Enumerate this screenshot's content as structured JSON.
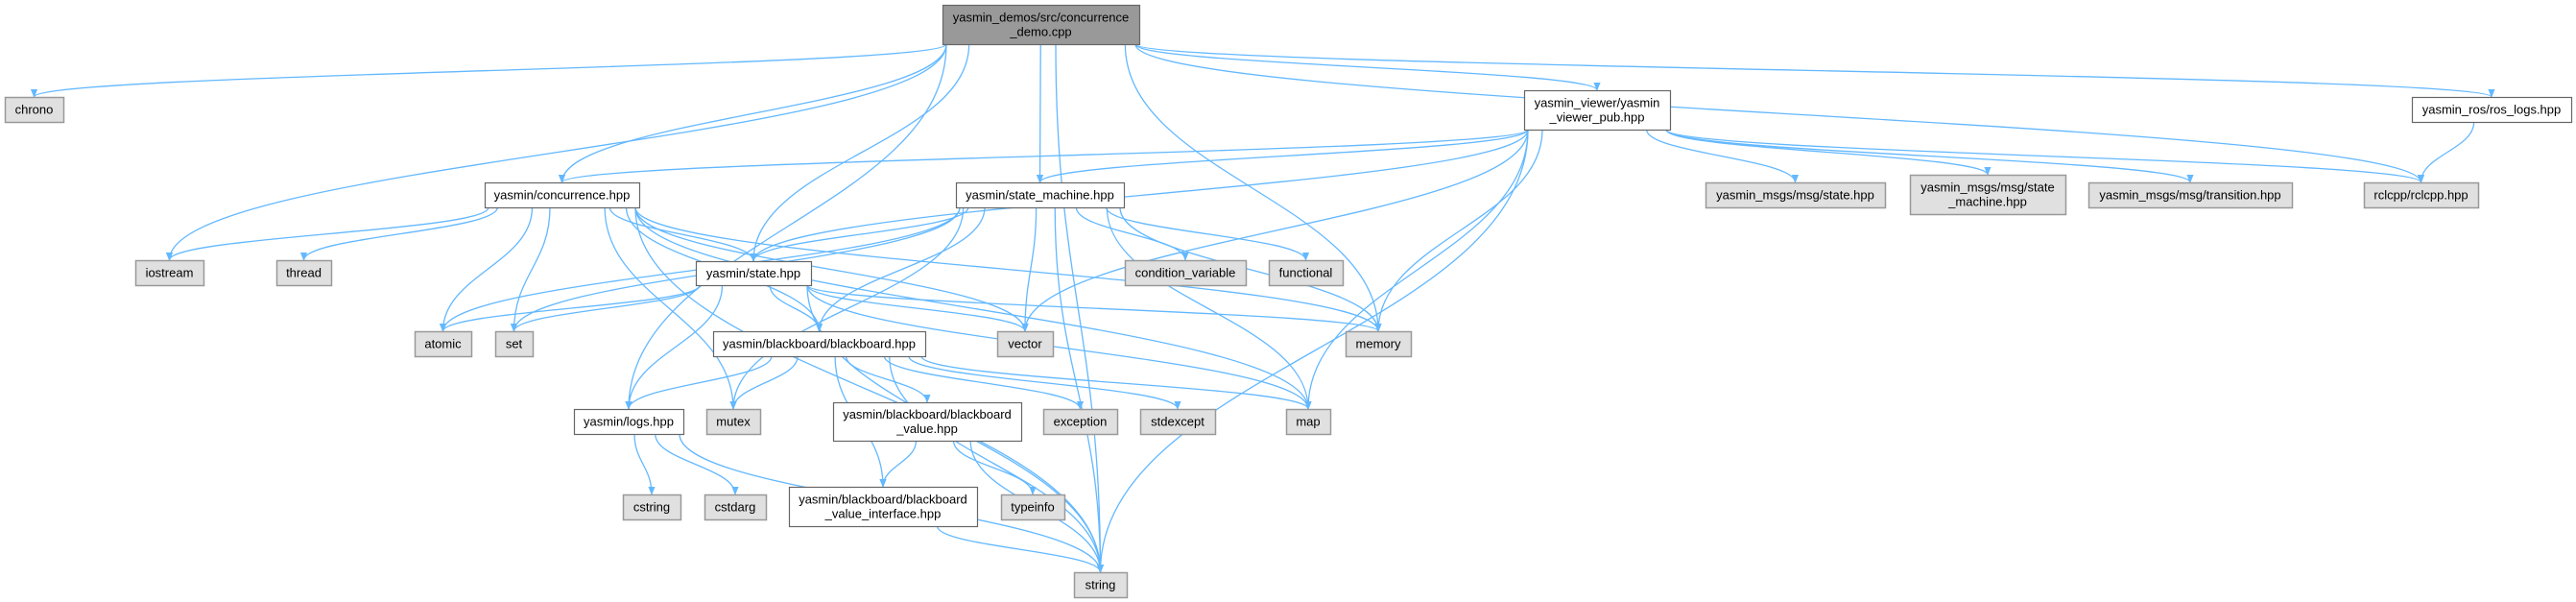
{
  "graph": {
    "title": "yasmin_demos/src/concurrence_demo.cpp include dependency graph",
    "colors": {
      "edge": "#63b8ff",
      "root_fill": "#999999",
      "internal_fill": "#ffffff",
      "external_fill": "#e0e0e0",
      "border": "#666666",
      "external_border": "#999999"
    },
    "nodes": [
      {
        "id": "main",
        "kind": "root",
        "lines": [
          "yasmin_demos/src/concurrence",
          "_demo.cpp"
        ]
      },
      {
        "id": "chrono",
        "kind": "external",
        "lines": [
          "chrono"
        ]
      },
      {
        "id": "iostream",
        "kind": "external",
        "lines": [
          "iostream"
        ]
      },
      {
        "id": "thread",
        "kind": "external",
        "lines": [
          "thread"
        ]
      },
      {
        "id": "concurrence",
        "kind": "internal",
        "lines": [
          "yasmin/concurrence.hpp"
        ]
      },
      {
        "id": "state_machine",
        "kind": "internal",
        "lines": [
          "yasmin/state_machine.hpp"
        ]
      },
      {
        "id": "state",
        "kind": "internal",
        "lines": [
          "yasmin/state.hpp"
        ]
      },
      {
        "id": "cond_var",
        "kind": "external",
        "lines": [
          "condition_variable"
        ]
      },
      {
        "id": "functional",
        "kind": "external",
        "lines": [
          "functional"
        ]
      },
      {
        "id": "atomic",
        "kind": "external",
        "lines": [
          "atomic"
        ]
      },
      {
        "id": "set",
        "kind": "external",
        "lines": [
          "set"
        ]
      },
      {
        "id": "blackboard",
        "kind": "internal",
        "lines": [
          "yasmin/blackboard/blackboard.hpp"
        ]
      },
      {
        "id": "vector",
        "kind": "external",
        "lines": [
          "vector"
        ]
      },
      {
        "id": "memory",
        "kind": "external",
        "lines": [
          "memory"
        ]
      },
      {
        "id": "logs",
        "kind": "internal",
        "lines": [
          "yasmin/logs.hpp"
        ]
      },
      {
        "id": "mutex",
        "kind": "external",
        "lines": [
          "mutex"
        ]
      },
      {
        "id": "bb_value",
        "kind": "internal",
        "lines": [
          "yasmin/blackboard/blackboard",
          "_value.hpp"
        ]
      },
      {
        "id": "exception",
        "kind": "external",
        "lines": [
          "exception"
        ]
      },
      {
        "id": "stdexcept",
        "kind": "external",
        "lines": [
          "stdexcept"
        ]
      },
      {
        "id": "map",
        "kind": "external",
        "lines": [
          "map"
        ]
      },
      {
        "id": "cstring",
        "kind": "external",
        "lines": [
          "cstring"
        ]
      },
      {
        "id": "cstdarg",
        "kind": "external",
        "lines": [
          "cstdarg"
        ]
      },
      {
        "id": "bbvi",
        "kind": "internal",
        "lines": [
          "yasmin/blackboard/blackboard",
          "_value_interface.hpp"
        ]
      },
      {
        "id": "typeinfo",
        "kind": "external",
        "lines": [
          "typeinfo"
        ]
      },
      {
        "id": "string",
        "kind": "external",
        "lines": [
          "string"
        ]
      },
      {
        "id": "viewer_pub",
        "kind": "internal",
        "lines": [
          "yasmin_viewer/yasmin",
          "_viewer_pub.hpp"
        ]
      },
      {
        "id": "ros_logs",
        "kind": "internal",
        "lines": [
          "yasmin_ros/ros_logs.hpp"
        ]
      },
      {
        "id": "msg_state",
        "kind": "external",
        "lines": [
          "yasmin_msgs/msg/state.hpp"
        ]
      },
      {
        "id": "msg_sm",
        "kind": "external",
        "lines": [
          "yasmin_msgs/msg/state",
          "_machine.hpp"
        ]
      },
      {
        "id": "msg_transition",
        "kind": "external",
        "lines": [
          "yasmin_msgs/msg/transition.hpp"
        ]
      },
      {
        "id": "rclcpp",
        "kind": "external",
        "lines": [
          "rclcpp/rclcpp.hpp"
        ]
      }
    ],
    "edges": [
      [
        "main",
        "chrono"
      ],
      [
        "main",
        "iostream"
      ],
      [
        "main",
        "logs"
      ],
      [
        "main",
        "concurrence"
      ],
      [
        "main",
        "state"
      ],
      [
        "main",
        "state_machine"
      ],
      [
        "main",
        "memory"
      ],
      [
        "main",
        "viewer_pub"
      ],
      [
        "main",
        "string"
      ],
      [
        "main",
        "rclcpp"
      ],
      [
        "main",
        "ros_logs"
      ],
      [
        "viewer_pub",
        "concurrence"
      ],
      [
        "viewer_pub",
        "state"
      ],
      [
        "viewer_pub",
        "state_machine"
      ],
      [
        "viewer_pub",
        "vector"
      ],
      [
        "viewer_pub",
        "memory"
      ],
      [
        "viewer_pub",
        "map"
      ],
      [
        "viewer_pub",
        "string"
      ],
      [
        "viewer_pub",
        "msg_state"
      ],
      [
        "viewer_pub",
        "msg_sm"
      ],
      [
        "viewer_pub",
        "msg_transition"
      ],
      [
        "viewer_pub",
        "rclcpp"
      ],
      [
        "ros_logs",
        "rclcpp"
      ],
      [
        "concurrence",
        "iostream"
      ],
      [
        "concurrence",
        "thread"
      ],
      [
        "concurrence",
        "atomic"
      ],
      [
        "concurrence",
        "set"
      ],
      [
        "concurrence",
        "string"
      ],
      [
        "concurrence",
        "mutex"
      ],
      [
        "concurrence",
        "blackboard"
      ],
      [
        "concurrence",
        "state"
      ],
      [
        "concurrence",
        "vector"
      ],
      [
        "concurrence",
        "memory"
      ],
      [
        "concurrence",
        "map"
      ],
      [
        "state_machine",
        "atomic"
      ],
      [
        "state_machine",
        "set"
      ],
      [
        "state_machine",
        "state"
      ],
      [
        "state_machine",
        "mutex"
      ],
      [
        "state_machine",
        "blackboard"
      ],
      [
        "state_machine",
        "vector"
      ],
      [
        "state_machine",
        "cond_var"
      ],
      [
        "state_machine",
        "functional"
      ],
      [
        "state_machine",
        "memory"
      ],
      [
        "state_machine",
        "map"
      ],
      [
        "state_machine",
        "string"
      ],
      [
        "state",
        "atomic"
      ],
      [
        "state",
        "set"
      ],
      [
        "state",
        "logs"
      ],
      [
        "state",
        "string"
      ],
      [
        "state",
        "blackboard"
      ],
      [
        "state",
        "vector"
      ],
      [
        "state",
        "memory"
      ],
      [
        "state",
        "map"
      ],
      [
        "blackboard",
        "logs"
      ],
      [
        "blackboard",
        "mutex"
      ],
      [
        "blackboard",
        "bbvi"
      ],
      [
        "blackboard",
        "bb_value"
      ],
      [
        "blackboard",
        "exception"
      ],
      [
        "blackboard",
        "stdexcept"
      ],
      [
        "blackboard",
        "map"
      ],
      [
        "blackboard",
        "string"
      ],
      [
        "logs",
        "cstring"
      ],
      [
        "logs",
        "cstdarg"
      ],
      [
        "logs",
        "string"
      ],
      [
        "bb_value",
        "bbvi"
      ],
      [
        "bb_value",
        "typeinfo"
      ],
      [
        "bb_value",
        "string"
      ],
      [
        "bbvi",
        "string"
      ]
    ]
  }
}
